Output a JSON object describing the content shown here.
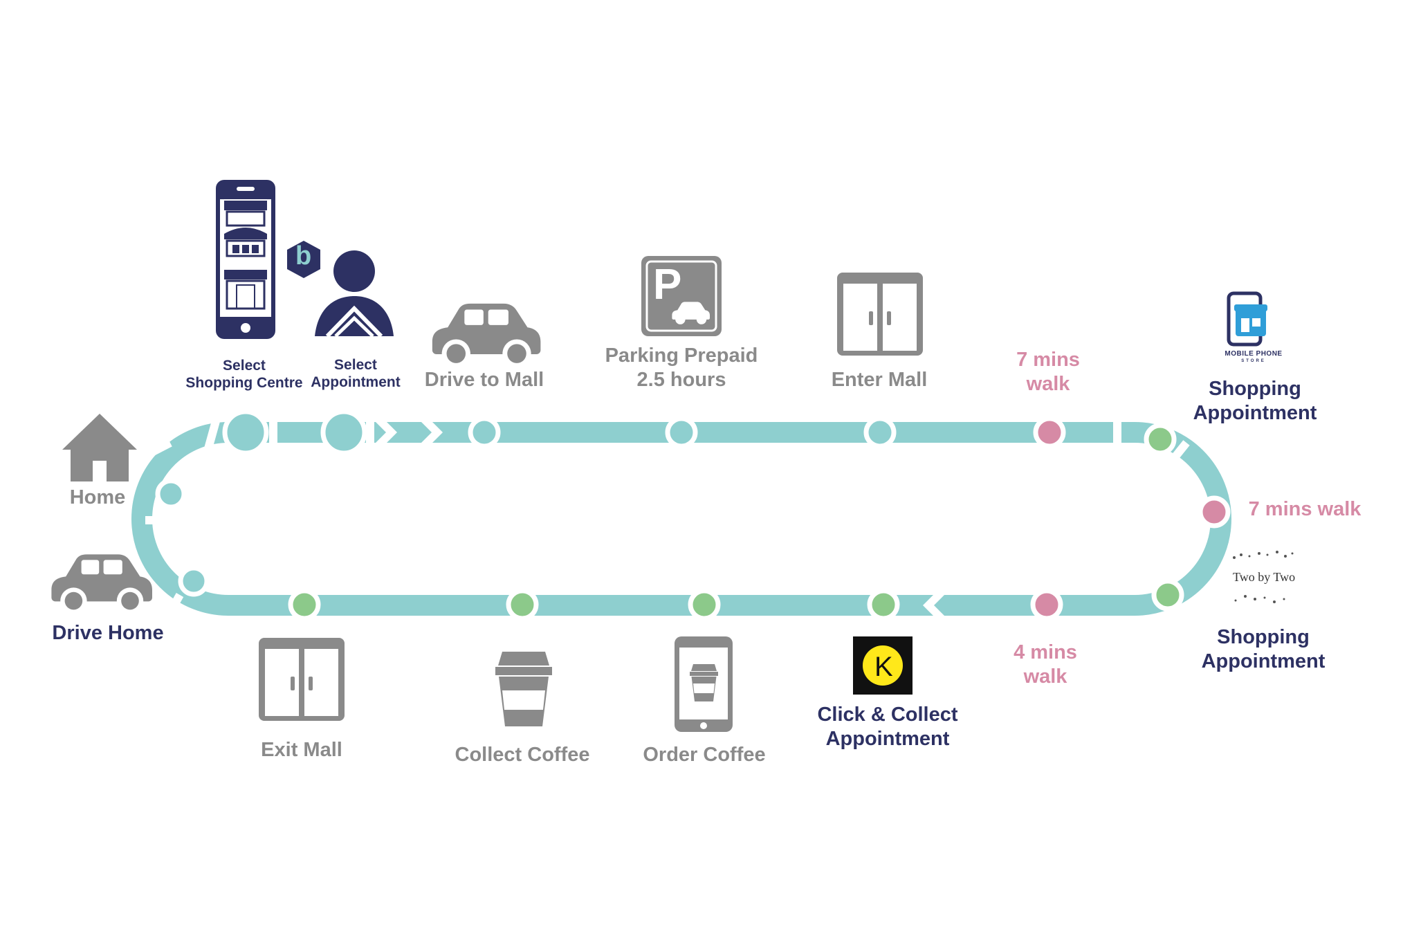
{
  "colors": {
    "track": "#8ecfcf",
    "stop_pre": "#8ecfcf",
    "stop_appointment": "#8cc98a",
    "stop_walk": "#d68aa5",
    "icon_gray": "#8a8a8a",
    "icon_navy": "#2d3163",
    "label_gray": "#8a8a8a",
    "label_navy": "#2d3163",
    "label_pink": "#d68aa5",
    "click_collect_yellow": "#ffe81a"
  },
  "steps": {
    "home": {
      "label": "Home",
      "icon": "house-icon"
    },
    "select_centre": {
      "line1": "Select",
      "line2": "Shopping Centre",
      "icon": "phone-stores-icon"
    },
    "select_appointment": {
      "line1": "Select",
      "line2": "Appointment",
      "icon": "person-icon"
    },
    "app_logo": {
      "letter": "b",
      "icon": "app-hexagon-icon"
    },
    "drive_to_mall": {
      "label": "Drive to Mall",
      "icon": "car-icon"
    },
    "parking": {
      "line1": "Parking Prepaid",
      "line2": "2.5 hours",
      "letter": "P",
      "icon": "parking-sign-icon"
    },
    "enter_mall": {
      "label": "Enter Mall",
      "icon": "doors-icon"
    },
    "walk_1": {
      "line1": "7 mins",
      "line2": "walk"
    },
    "shopping_1": {
      "line1": "Shopping",
      "line2": "Appointment",
      "brand": "MOBILE PHONE",
      "brand_sub": "STORE",
      "icon": "mobile-store-icon"
    },
    "walk_2": {
      "label": "7 mins walk"
    },
    "shopping_2": {
      "line1": "Shopping",
      "line2": "Appointment",
      "brand": "Two by Two",
      "icon": "footprints-icon"
    },
    "walk_3": {
      "line1": "4 mins",
      "line2": "walk"
    },
    "click_collect": {
      "line1": "Click & Collect",
      "line2": "Appointment",
      "letter": "K",
      "icon": "k-logo-icon"
    },
    "order_coffee": {
      "label": "Order Coffee",
      "icon": "phone-coffee-icon"
    },
    "collect_coffee": {
      "label": "Collect Coffee",
      "icon": "coffee-cup-icon"
    },
    "exit_mall": {
      "label": "Exit Mall",
      "icon": "doors-icon"
    },
    "drive_home": {
      "label": "Drive Home",
      "icon": "car-icon"
    }
  }
}
